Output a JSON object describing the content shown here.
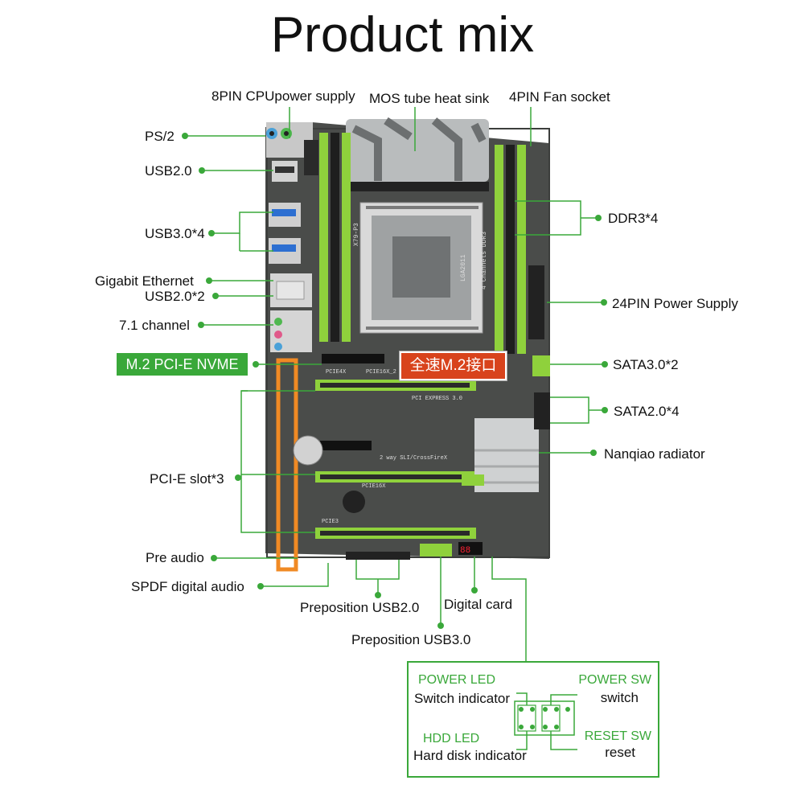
{
  "title": "Product mix",
  "labels": {
    "cpu_power": "8PIN CPUpower supply",
    "mos": "MOS tube heat sink",
    "fan": "4PIN Fan socket",
    "ps2": "PS/2",
    "usb20": "USB2.0",
    "usb30": "USB3.0*4",
    "gigabit": "Gigabit Ethernet",
    "usb20x2": "USB2.0*2",
    "channel": "7.1 channel",
    "m2_nvme": "M.2 PCI-E NVME",
    "m2_cn": "全速M.2接口",
    "ddr3": "DDR3*4",
    "power24": "24PIN Power Supply",
    "sata3": "SATA3.0*2",
    "sata2": "SATA2.0*4",
    "nanqiao": "Nanqiao radiator",
    "pcie": "PCI-E slot*3",
    "pre_audio": "Pre audio",
    "spdf": "SPDF digital audio",
    "pre_usb20": "Preposition USB2.0",
    "digital_card": "Digital card",
    "pre_usb30": "Preposition USB3.0"
  },
  "panel": {
    "power_led": "POWER LED",
    "switch_indicator": "Switch indicator",
    "hdd_led": "HDD  LED",
    "hard_disk_indicator": "Hard disk indicator",
    "power_sw": "POWER SW",
    "switch": "switch",
    "reset_sw": "RESET SW",
    "reset": "reset"
  },
  "board_silk": {
    "model": "X79-P3",
    "socket": "LGA2011",
    "channels": "4 Channels DDR3",
    "slot1": "PCIE16X_2",
    "slot2": "PCIE16X",
    "slot3": "PCIE3",
    "pcie4x": "PCIE4X",
    "express": "PCI EXPRESS 3.0",
    "sli": "2 way SLI/CrossFireX"
  },
  "colors": {
    "accent": "#3aa83a",
    "slot_green": "#8fd13c",
    "pcb": "#4a4c4a",
    "cn_tag": "#d8431c"
  }
}
